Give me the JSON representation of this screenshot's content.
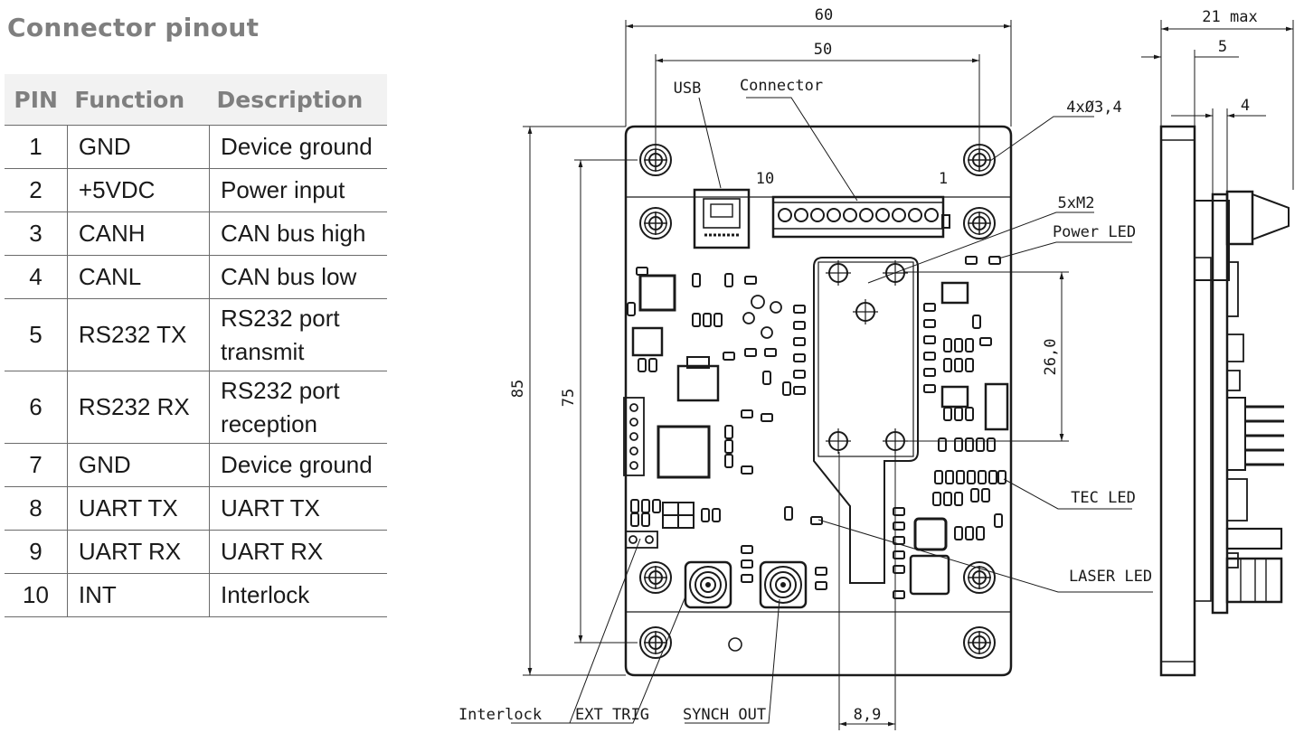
{
  "title": "Connector pinout",
  "table": {
    "headers": [
      "PIN",
      "Function",
      "Description"
    ],
    "rows": [
      {
        "pin": "1",
        "function": "GND",
        "description": "Device ground"
      },
      {
        "pin": "2",
        "function": "+5VDC",
        "description": "Power input"
      },
      {
        "pin": "3",
        "function": "CANH",
        "description": "CAN bus high"
      },
      {
        "pin": "4",
        "function": "CANL",
        "description": "CAN bus low"
      },
      {
        "pin": "5",
        "function": "RS232 TX",
        "description": "RS232 port transmit"
      },
      {
        "pin": "6",
        "function": "RS232 RX",
        "description": "RS232 port reception"
      },
      {
        "pin": "7",
        "function": "GND",
        "description": "Device ground"
      },
      {
        "pin": "8",
        "function": "UART TX",
        "description": "UART TX"
      },
      {
        "pin": "9",
        "function": "UART RX",
        "description": "UART RX"
      },
      {
        "pin": "10",
        "function": "INT",
        "description": "Interlock"
      }
    ]
  },
  "drawing": {
    "dim_60": "60",
    "dim_50": "50",
    "dim_85": "85",
    "dim_75": "75",
    "dim_26": "26,0",
    "dim_8_9": "8,9",
    "dim_21max": "21 max",
    "dim_5": "5",
    "dim_4": "4",
    "label_usb": "USB",
    "label_connector": "Connector",
    "label_holes": "4xØ3,4",
    "label_5xm2": "5xM2",
    "label_power_led": "Power LED",
    "label_tec_led": "TEC LED",
    "label_laser_led": "LASER LED",
    "label_interlock": "Interlock",
    "label_ext_trig": "EXT TRIG",
    "label_synch_out": "SYNCH OUT",
    "label_pin_10": "10",
    "label_pin_1": "1"
  }
}
